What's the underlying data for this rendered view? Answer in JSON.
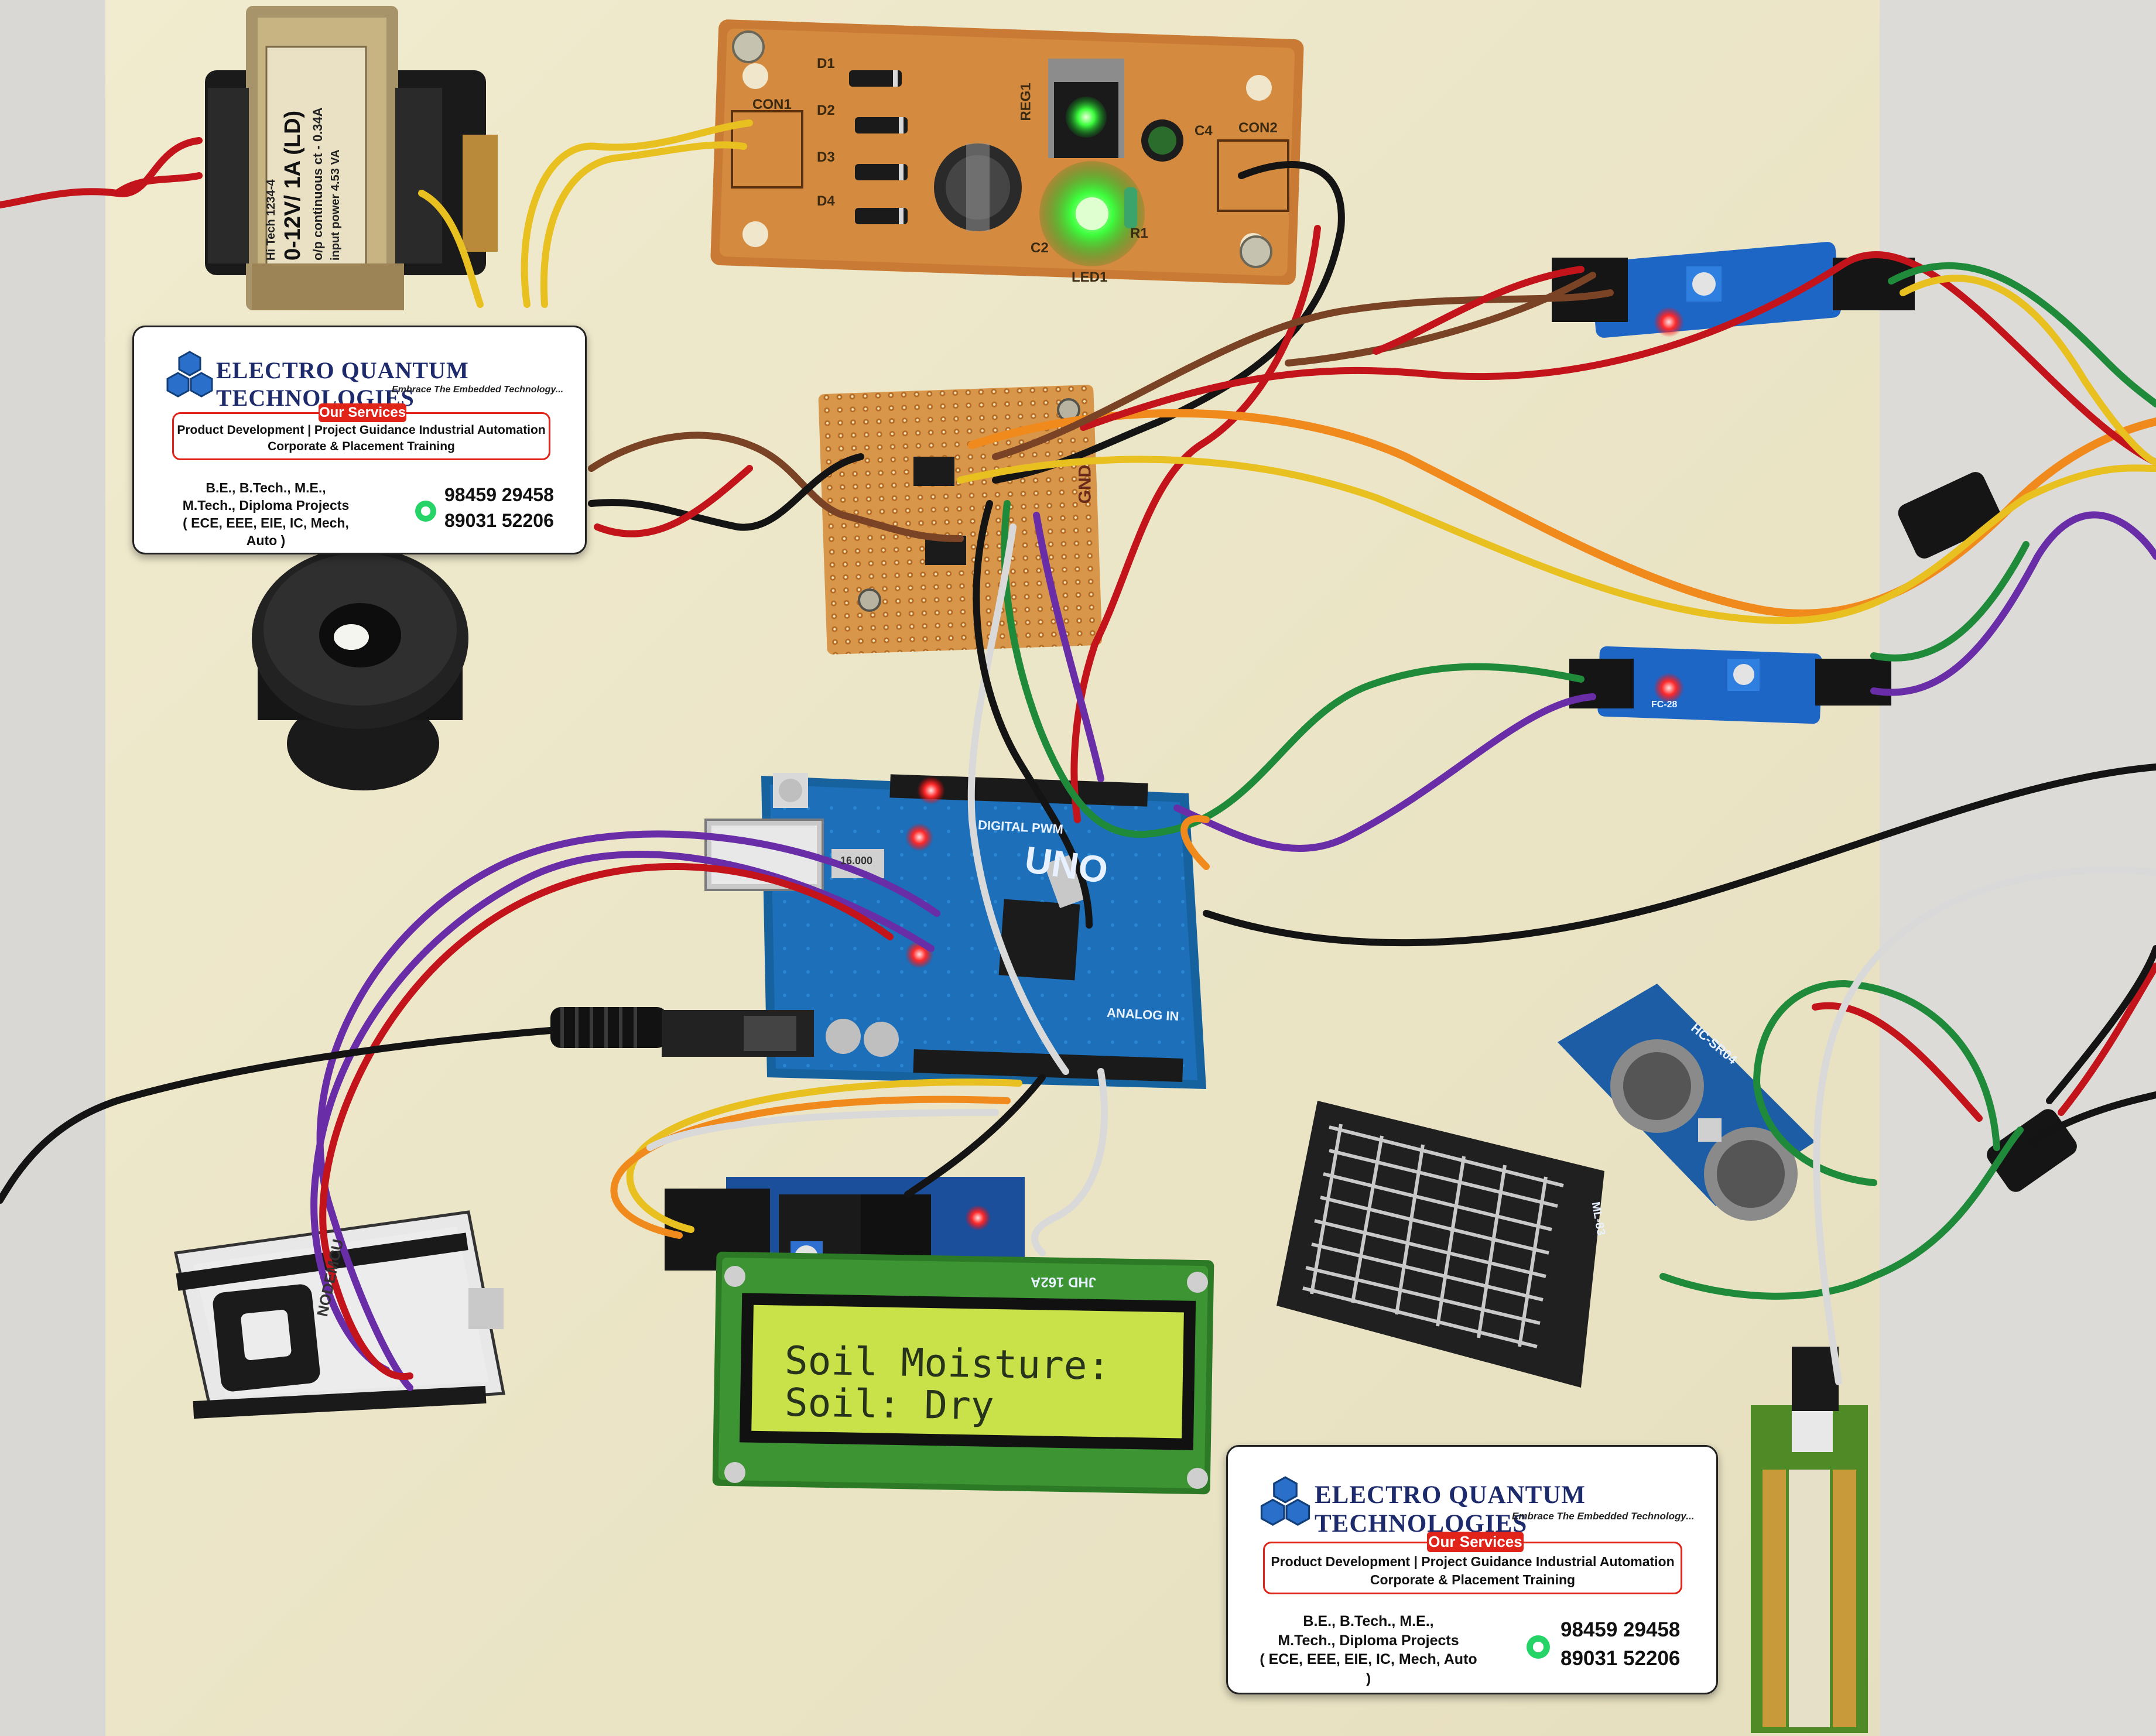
{
  "transformer": {
    "brand": "Hi Tech 1234-4",
    "rating": "0-12V/ 1A (LD)",
    "output": "o/p continuous ct - 0.34A",
    "input": "input power 4.53 VA"
  },
  "power_board": {
    "labels": [
      "D1",
      "D2",
      "D3",
      "D4",
      "CON1",
      "CON2",
      "REG1",
      "C4",
      "C2",
      "LED1",
      "R1"
    ]
  },
  "perf_board": {
    "label": "GND"
  },
  "arduino": {
    "label_uno": "UNO",
    "label_digital": "DIGITAL PWM",
    "label_analog": "ANALOG IN",
    "crystal": "16.000"
  },
  "lcd": {
    "model": "JHD 162A",
    "line1": "Soil Moisture:",
    "line2": "Soil: Dry"
  },
  "nodemcu": {
    "label": "NODEMCU"
  },
  "sensors": {
    "ultrasonic_label": "HC-SR04",
    "rain_label": "ML-83",
    "module_label": "FC-28"
  },
  "ads": [
    {
      "company": "ELECTRO QUANTUM TECHNOLOGIES",
      "tagline": "Embrace The Embedded Technology...",
      "services_heading": "Our Services",
      "services_line1": "Product Development | Project Guidance Industrial Automation",
      "services_line2": "Corporate & Placement Training",
      "degrees_line1": "B.E., B.Tech., M.E.,",
      "degrees_line2": "M.Tech., Diploma Projects",
      "degrees_line3": "( ECE, EEE, EIE, IC, Mech, Auto )",
      "phone1": "98459 29458",
      "phone2": "89031 52206"
    },
    {
      "company": "ELECTRO QUANTUM TECHNOLOGIES",
      "tagline": "Embrace The Embedded Technology...",
      "services_heading": "Our Services",
      "services_line1": "Product Development | Project Guidance Industrial Automation",
      "services_line2": "Corporate & Placement Training",
      "degrees_line1": "B.E., B.Tech., M.E.,",
      "degrees_line2": "M.Tech., Diploma Projects",
      "degrees_line3": "( ECE, EEE, EIE, IC, Mech, Auto )",
      "phone1": "98459 29458",
      "phone2": "89031 52206"
    }
  ],
  "colors": {
    "board": "#efe9cc",
    "background": "#d9d8d4",
    "pcb_blue": "#1c6fb8",
    "lcd_green": "#c9e24a",
    "wire_red": "#c3141b",
    "wire_yellow": "#e8c020",
    "wire_orange": "#f08a1c",
    "wire_purple": "#6a2da8",
    "wire_green": "#1f8a3a",
    "wire_black": "#141414",
    "wire_brown": "#7a4326",
    "wire_white": "#d9d9d9",
    "brand_red": "#e2231a"
  }
}
